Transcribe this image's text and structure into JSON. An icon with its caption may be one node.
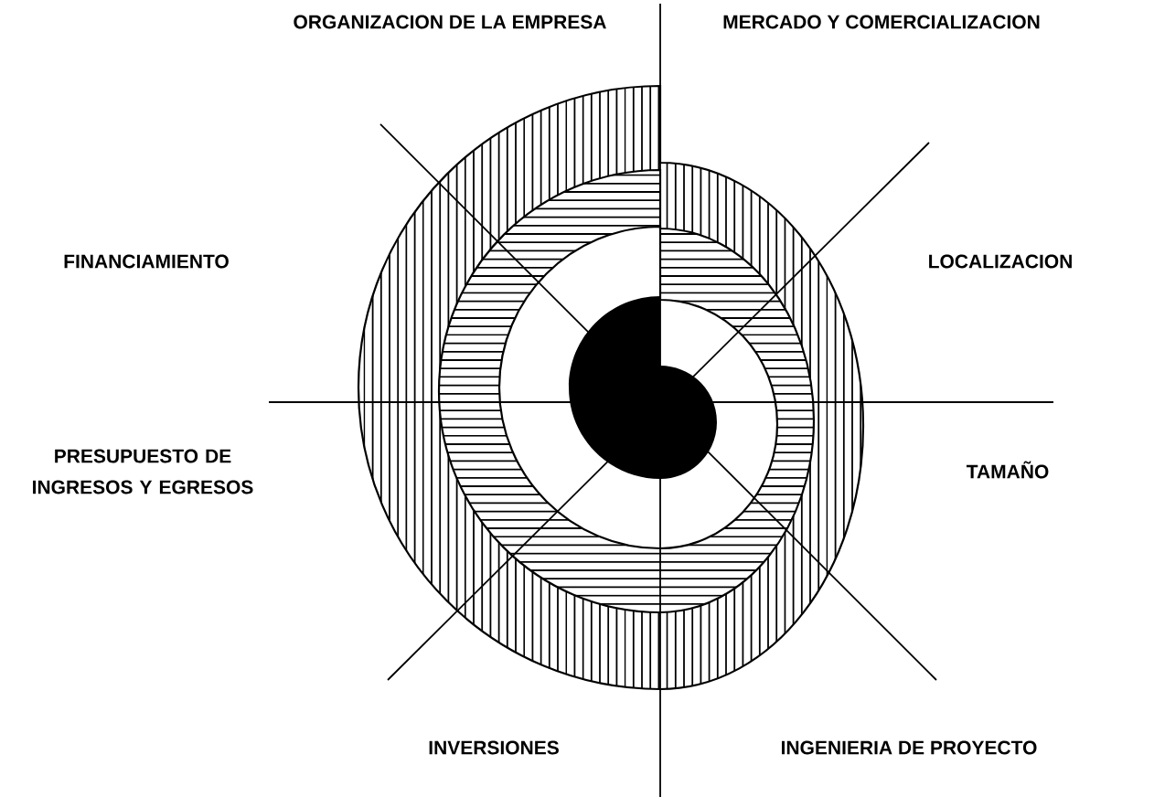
{
  "diagram": {
    "labels": [
      "ORGANIZACION DE LA EMPRESA",
      "MERCADO Y COMERCIALIZACION",
      "FINANCIAMIENTO",
      "LOCALIZACION",
      "PRESUPUESTO DE INGRESOS Y EGRESOS",
      "TAMAÑO",
      "INVERSIONES",
      "INGENIERIA DE PROYECTO"
    ]
  }
}
